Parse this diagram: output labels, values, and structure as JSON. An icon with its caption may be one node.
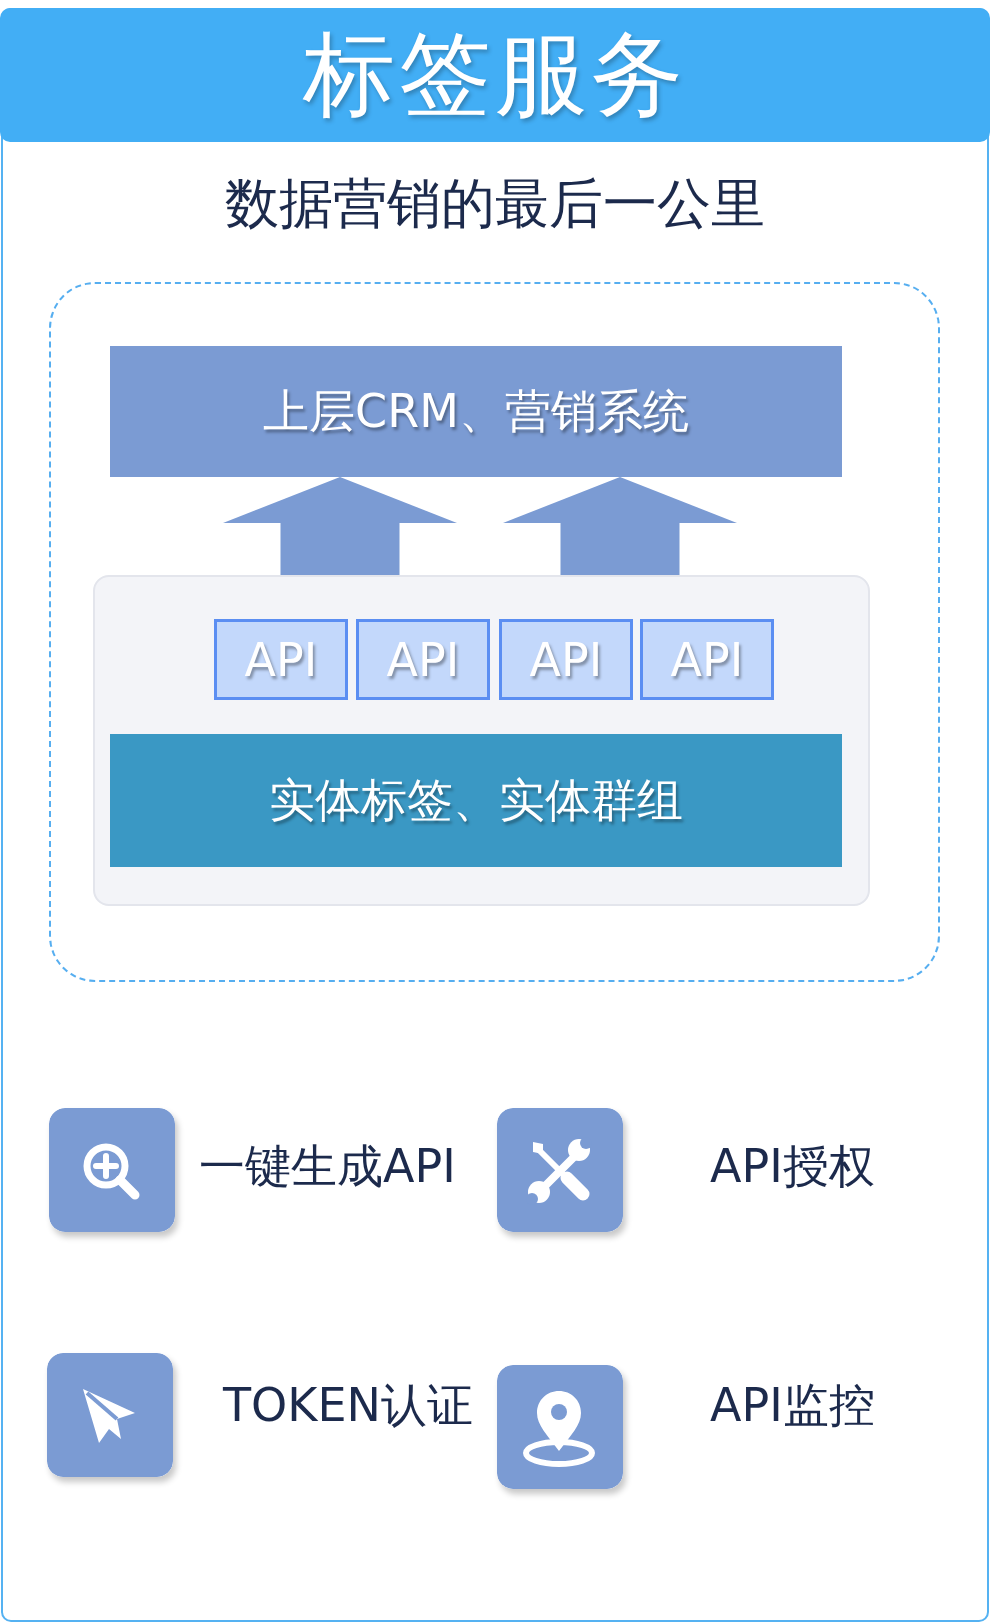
{
  "diagram": {
    "title": "标签服务",
    "nodes": [
      {
        "text": [],
        "shape": "box"
      },
      {
        "text": [
          "上层CRM、营销系统"
        ],
        "in": 0
      },
      {
        "text": [],
        "shape": "box",
        "in": 0
      },
      {
        "text": [
          "API"
        ],
        "in": 2
      },
      {
        "text": [
          "API"
        ],
        "in": 2
      },
      {
        "text": [
          "API"
        ],
        "in": 2
      },
      {
        "text": [
          "API"
        ],
        "in": 2
      },
      {
        "text": [
          "实体标签、实体群组"
        ],
        "in": 2
      }
    ],
    "edges": [
      {
        "from": 2,
        "to": 1,
        "arrow": "to"
      },
      {
        "from": 2,
        "to": 1,
        "arrow": "to"
      }
    ],
    "labels": [
      "数据营销的最后一公里",
      "一键生成API",
      "API授权",
      "TOKEN认证",
      "API监控"
    ]
  }
}
